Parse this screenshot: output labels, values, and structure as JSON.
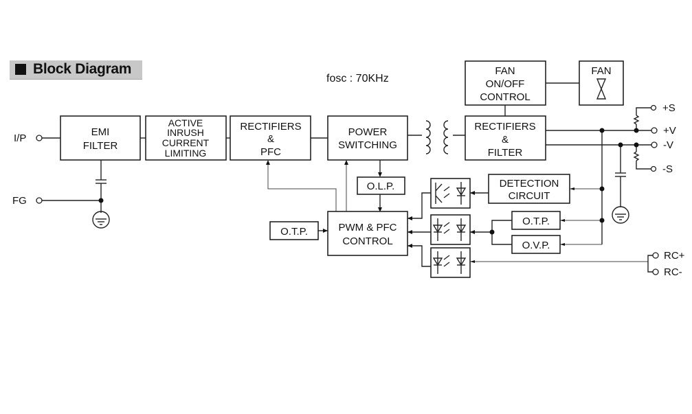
{
  "title": "Block Diagram",
  "frequency_note": "fosc : 70KHz",
  "blocks": {
    "emi_filter": [
      "EMI",
      "FILTER"
    ],
    "active_inrush": [
      "ACTIVE",
      "INRUSH",
      "CURRENT",
      "LIMITING"
    ],
    "rectifiers_pfc": [
      "RECTIFIERS",
      "&",
      "PFC"
    ],
    "power_switching": [
      "POWER",
      "SWITCHING"
    ],
    "rectifiers_filter": [
      "RECTIFIERS",
      "&",
      "FILTER"
    ],
    "fan_control": [
      "FAN",
      "ON/OFF",
      "CONTROL"
    ],
    "fan": [
      "FAN"
    ],
    "olp": [
      "O.L.P."
    ],
    "otp_primary": [
      "O.T.P."
    ],
    "pwm_pfc": [
      "PWM & PFC",
      "CONTROL"
    ],
    "detection": [
      "DETECTION",
      "CIRCUIT"
    ],
    "otp_secondary": [
      "O.T.P."
    ],
    "ovp": [
      "O.V.P."
    ]
  },
  "terminals": {
    "input": "I/P",
    "frame_ground": "FG",
    "plus_sense": "+S",
    "plus_v": "+V",
    "minus_v": "-V",
    "minus_sense": "-S",
    "rc_plus": "RC+",
    "rc_minus": "RC-"
  }
}
